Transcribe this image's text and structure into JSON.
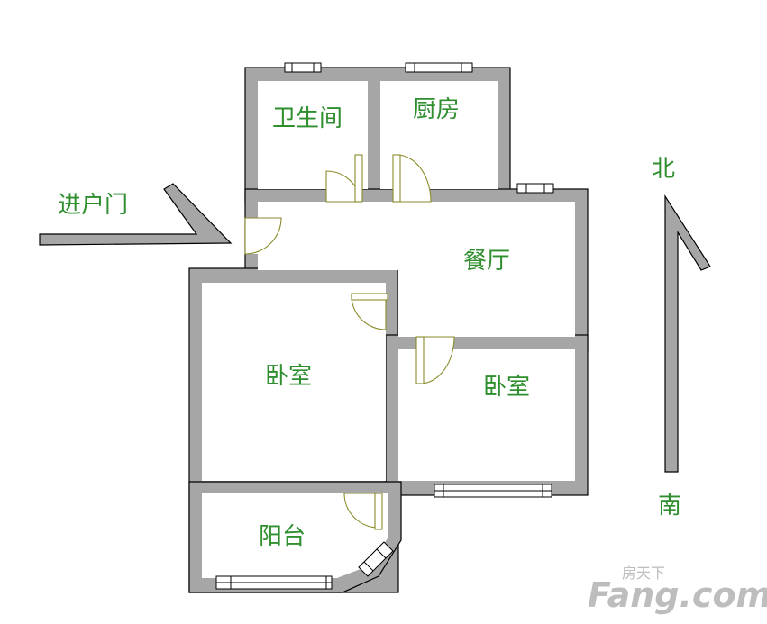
{
  "rooms": {
    "bathroom": "卫生间",
    "kitchen": "厨房",
    "dining": "餐厅",
    "bedroom_main": "卧室",
    "bedroom_second": "卧室",
    "balcony": "阳台"
  },
  "entrance_label": "进户门",
  "compass": {
    "north": "北",
    "south": "南"
  },
  "watermark": {
    "brand": "Fang.com",
    "cn": "房天下"
  },
  "colors": {
    "wall": "#a6a6a6",
    "label": "#2f8f2f",
    "door": "#8a8a2a"
  }
}
